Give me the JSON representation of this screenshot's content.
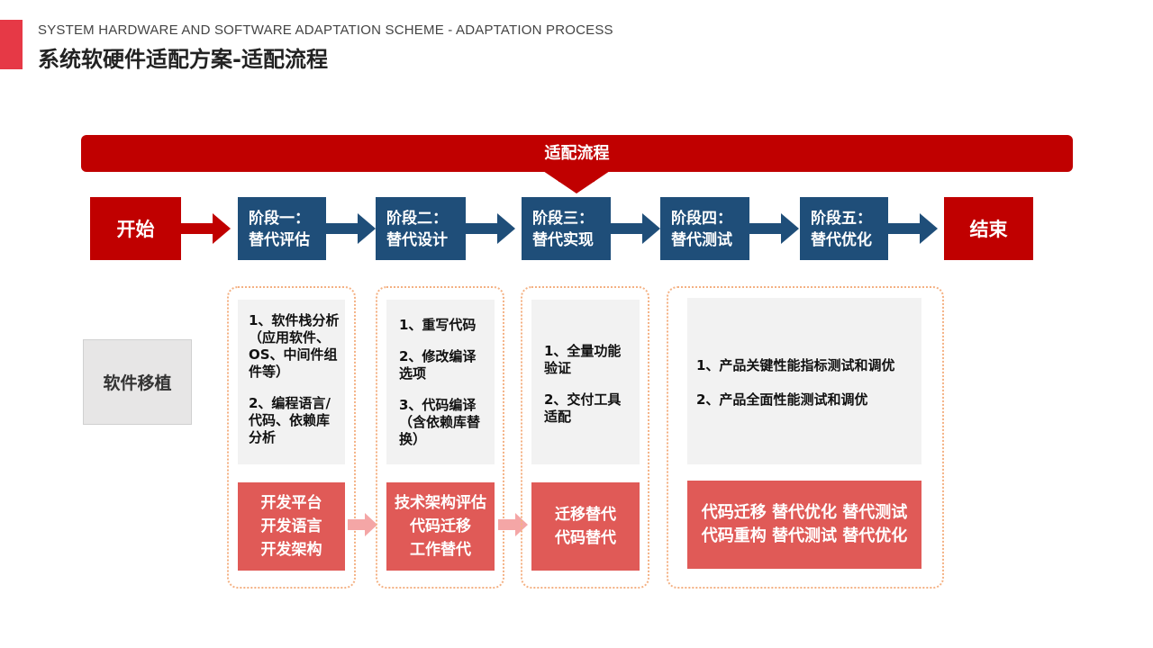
{
  "header": {
    "subtitle": "SYSTEM HARDWARE AND SOFTWARE ADAPTATION SCHEME - ADAPTATION PROCESS",
    "title": "系统软硬件适配方案-适配流程"
  },
  "banner": {
    "label": "适配流程"
  },
  "flow": {
    "start": "开始",
    "end": "结束",
    "stages": [
      {
        "line1": "阶段一：",
        "line2": "替代评估"
      },
      {
        "line1": "阶段二：",
        "line2": "替代设计"
      },
      {
        "line1": "阶段三：",
        "line2": "替代实现"
      },
      {
        "line1": "阶段四：",
        "line2": "替代测试"
      },
      {
        "line1": "阶段五：",
        "line2": "替代优化"
      }
    ]
  },
  "row_label": "软件移植",
  "groups": [
    {
      "tasks": [
        "1、软件栈分析（应用软件、OS、中间件组件等）",
        "2、编程语言/代码、依赖库分析"
      ],
      "focus": [
        "开发平台",
        "开发语言",
        "开发架构"
      ]
    },
    {
      "tasks": [
        "1、重写代码",
        "2、修改编译选项",
        "3、代码编译（含依赖库替换）"
      ],
      "focus": [
        "技术架构评估",
        "代码迁移",
        "工作替代"
      ]
    },
    {
      "tasks": [
        "1、全量功能验证",
        "2、交付工具适配"
      ],
      "focus": [
        "迁移替代",
        "代码替代"
      ]
    },
    {
      "tasks": [
        "1、产品关键性能指标测试和调优",
        "2、产品全面性能测试和调优"
      ],
      "focus": [
        "代码迁移 替代优化 替代测试",
        "代码重构 替代测试 替代优化"
      ]
    }
  ],
  "colors": {
    "red": "#c00000",
    "blue": "#1f4e79",
    "coral": "#e05a57",
    "accent": "#e63946",
    "dotted_border": "#f4b183"
  }
}
